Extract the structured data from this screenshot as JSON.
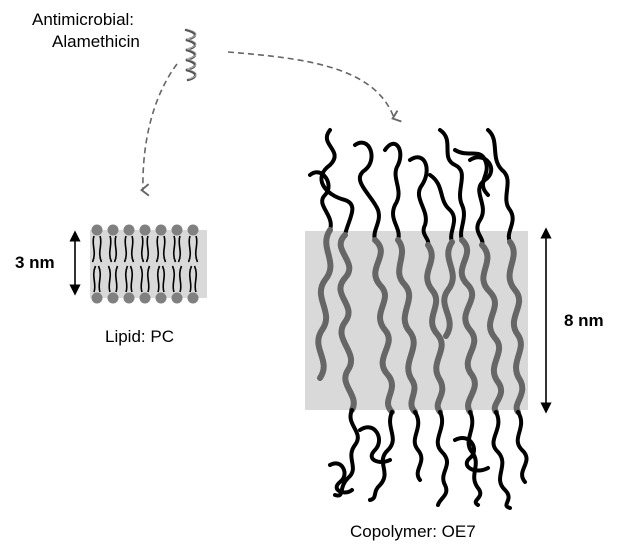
{
  "antimicrobial": {
    "line1": "Antimicrobial:",
    "line2": "Alamethicin"
  },
  "lipid": {
    "label": "Lipid:  PC",
    "thickness": "3 nm"
  },
  "copolymer": {
    "label": "Copolymer:  OE7",
    "thickness": "8 nm"
  },
  "colors": {
    "hydrophobic_box": "#d9d9d9",
    "hydrophilic_chain": "#000000",
    "hydrophobic_chain": "#666666",
    "arrow_dashed": "#666666",
    "lipid_head": "#808080"
  }
}
